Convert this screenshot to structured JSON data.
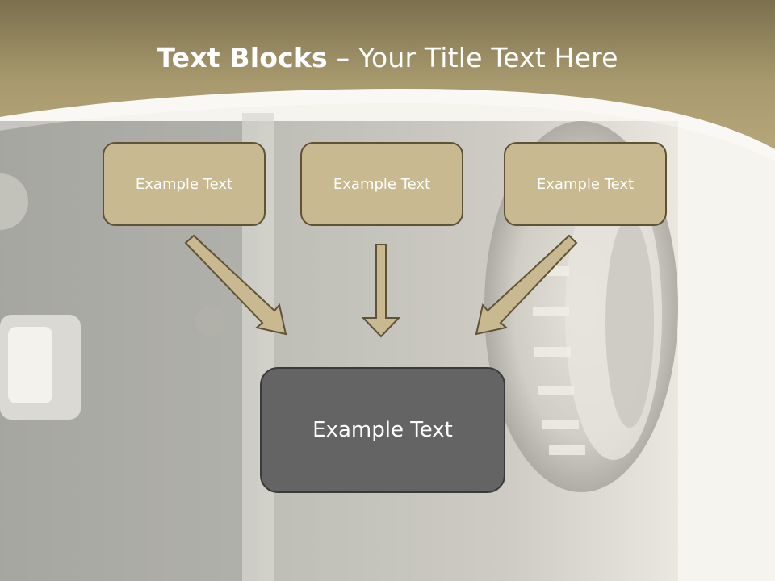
{
  "title": {
    "bold": "Text Blocks",
    "rest": " – Your Title Text Here"
  },
  "blocks": [
    "Example Text",
    "Example Text",
    "Example Text"
  ],
  "target": "Example Text",
  "colors": {
    "header_band": "#aa9a6c",
    "block_fill": "#c8b991",
    "block_border": "#5e5336",
    "arrow_fill": "#c8b991",
    "target_fill": "#646464",
    "text": "#ffffff"
  }
}
